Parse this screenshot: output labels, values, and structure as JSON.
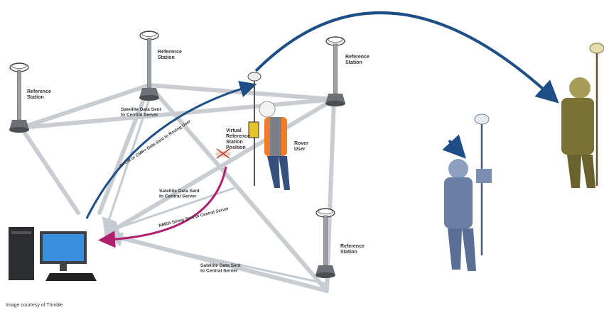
{
  "labels": {
    "ref_station_1": "Reference\nStation",
    "ref_station_2": "Reference\nStation",
    "ref_station_3": "Reference\nStation",
    "ref_station_4": "Reference\nStation",
    "sat_data_1": "Satellite Data Sent\nto Central Server",
    "sat_data_2": "Satellite Data Sent\nto Central Server",
    "sat_data_3": "Satellite Data Sent\nto Central Server",
    "rtcm": "RTCM or CMR+ Data Sent to Roving User",
    "nmea": "NMEA String Sent to Central Server",
    "virtual": "Virtual\nReference\nStation\nPosition",
    "rover": "Rover\nUser"
  },
  "caption": "Image courtesy of Trimble",
  "colors": {
    "network_line": "#c9cdd2",
    "blue_arrow": "#1d4f86",
    "magenta_arrow": "#b01f6e",
    "vest": "#f07c2b",
    "rover_blue": "#6a7fa4",
    "rover_olive": "#7a7135"
  },
  "icons": [
    "reference-station-icon",
    "computer-icon",
    "rover-user-icon",
    "virtual-station-marker-icon"
  ]
}
